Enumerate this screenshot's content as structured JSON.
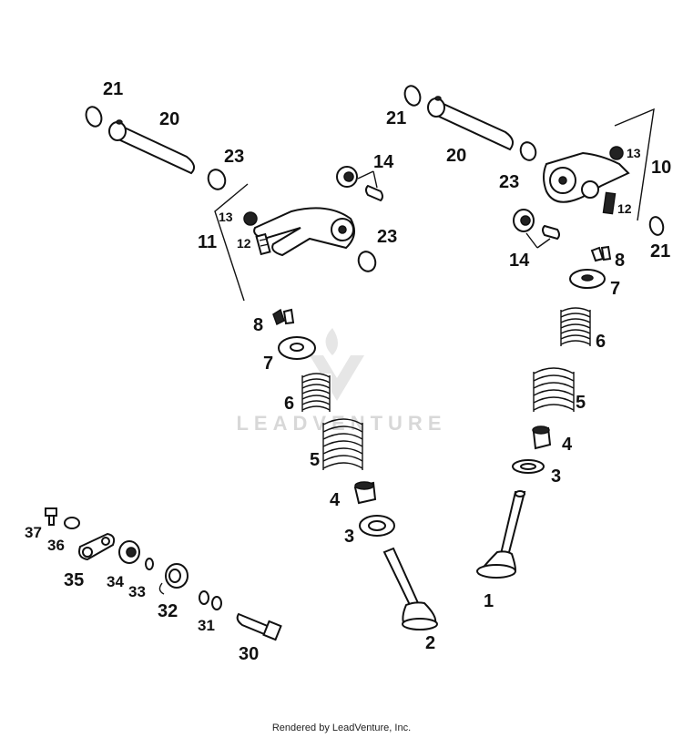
{
  "watermark": {
    "text": "LEADVENTURE"
  },
  "footer": {
    "text": "Rendered by LeadVenture, Inc."
  },
  "callouts": {
    "c1": "1",
    "c2": "2",
    "c3a": "3",
    "c3b": "3",
    "c4a": "4",
    "c4b": "4",
    "c5a": "5",
    "c5b": "5",
    "c6a": "6",
    "c6b": "6",
    "c7a": "7",
    "c7b": "7",
    "c8a": "8",
    "c8b": "8",
    "c10": "10",
    "c11": "11",
    "c12a": "12",
    "c12b": "12",
    "c13a": "13",
    "c13b": "13",
    "c14a": "14",
    "c14b": "14",
    "c20a": "20",
    "c20b": "20",
    "c21a": "21",
    "c21b": "21",
    "c21c": "21",
    "c23a": "23",
    "c23b": "23",
    "c23c": "23",
    "c30": "30",
    "c31": "31",
    "c32": "32",
    "c33": "33",
    "c34": "34",
    "c35": "35",
    "c36": "36",
    "c37": "37"
  }
}
